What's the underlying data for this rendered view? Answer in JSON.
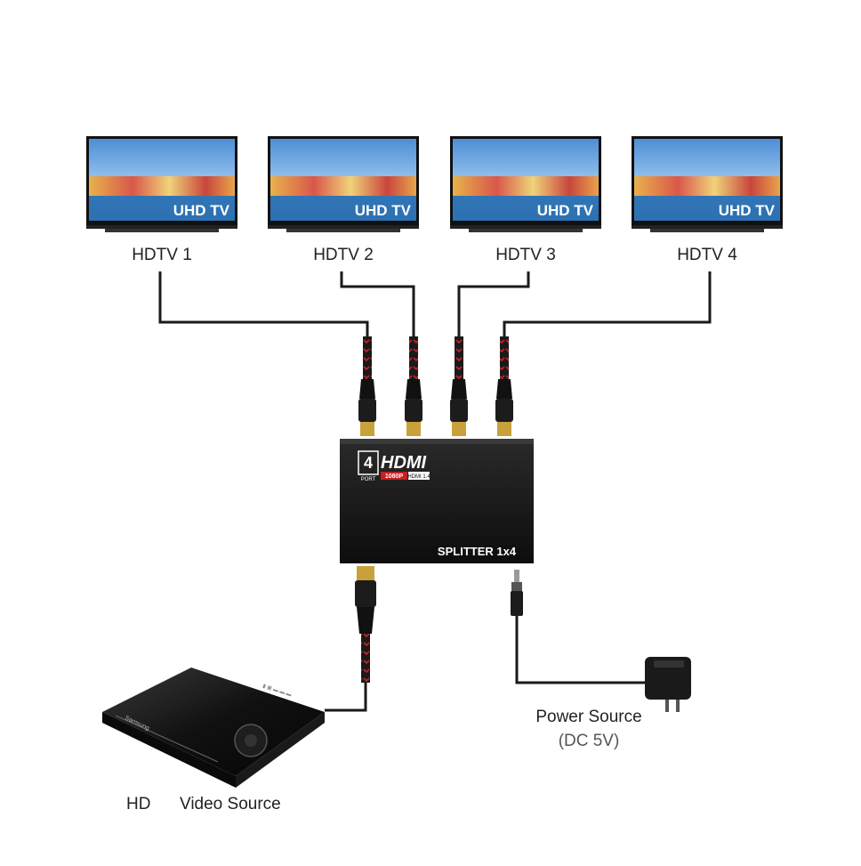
{
  "tvs": [
    {
      "label": "HDTV 1",
      "badge": "UHD TV"
    },
    {
      "label": "HDTV 2",
      "badge": "UHD TV"
    },
    {
      "label": "HDTV 3",
      "badge": "UHD TV"
    },
    {
      "label": "HDTV 4",
      "badge": "UHD TV"
    }
  ],
  "splitter": {
    "port_count": "4",
    "port_word": "PORT",
    "brand": "HDMI",
    "resolution": "1080P",
    "version": "HDMI 1.4",
    "model": "SPLITTER 1x4"
  },
  "source": {
    "label_left": "HD",
    "label_right": "Video Source",
    "device_brand": "Samsung"
  },
  "power": {
    "label": "Power Source",
    "sublabel": "(DC 5V)"
  },
  "colors": {
    "cable": "#1a1a1a",
    "cable_accent": "#cc2222",
    "device": "#141414",
    "screen_sky": "#6fa8dc",
    "screen_sea": "#2a6fb0"
  }
}
